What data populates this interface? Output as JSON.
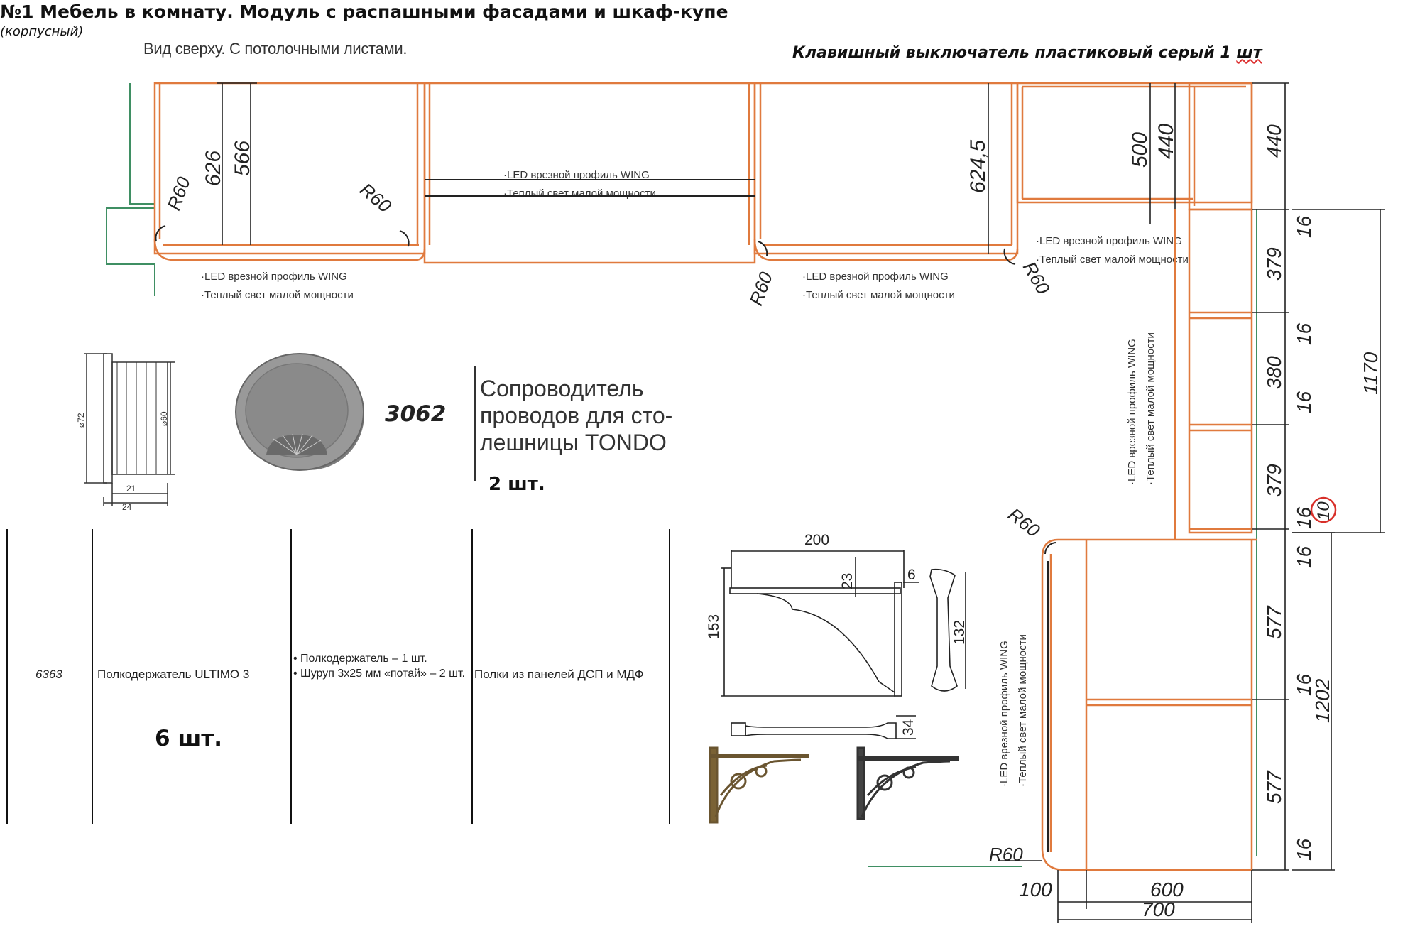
{
  "header": {
    "title": "№1 Мебель в комнату. Модуль с распашными фасадами и шкаф-купе",
    "subtitle": "(корпусный)"
  },
  "drawing": {
    "view_caption": "Вид сверху. С потолочными листами.",
    "switch_note": "Клавишный выключатель пластиковый серый 1",
    "switch_note_unit": "шт",
    "led_label": "·LED врезной профиль WING",
    "light_label": "·Теплый свет малой мощности",
    "radius_label": "R60",
    "dims_top": [
      "626",
      "566",
      "624,5",
      "500",
      "440"
    ],
    "dims_right": [
      "440",
      "16",
      "379",
      "16",
      "380",
      "16",
      "379",
      "16",
      "16",
      "577",
      "16",
      "577",
      "16"
    ],
    "dim_overall_upper": "1170",
    "dim_overall_lower": "1202",
    "dims_bottom": [
      "100",
      "600",
      "700"
    ],
    "marked_dim": "10"
  },
  "product": {
    "code": "3062",
    "name": "Сопроводитель проводов для столешницы TONDO",
    "name_lines": [
      "Сопроводитель",
      "проводов для сто-",
      "лешницы TONDO"
    ],
    "qty": "2 шт.",
    "dims": [
      "⌀72",
      "⌀60",
      "21",
      "24"
    ]
  },
  "row": {
    "code": "6363",
    "name": "Полкодержатель ULTIMO 3",
    "qty": "6 шт.",
    "kit": [
      "• Полкодержатель – 1 шт.",
      "• Шуруп 3x25 мм «потай» – 2 шт."
    ],
    "use": "Полки из панелей ДСП и МДФ"
  },
  "bracket": {
    "dims": [
      "200",
      "23",
      "6",
      "153",
      "132",
      "34"
    ]
  },
  "colors": {
    "orange": "#e07a3e",
    "dim_line": "#222222",
    "green": "#3f8f63",
    "red_mark": "#d8302a"
  }
}
